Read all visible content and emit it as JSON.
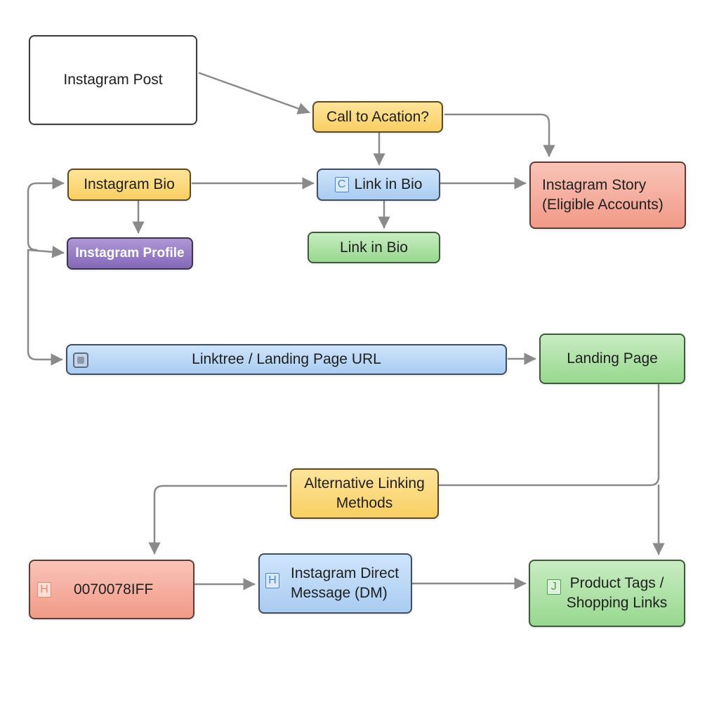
{
  "nodes": {
    "instagram_post": "Instagram Post",
    "call_to_action": "Call to Acation?",
    "instagram_bio": "Instagram Bio",
    "link_in_bio_top": "Link in Bio",
    "link_in_bio_top_icon": "C",
    "link_in_bio_bottom": "Link in Bio",
    "instagram_story_line1": "Instagram Story",
    "instagram_story_line2": "(Eligible Accounts)",
    "instagram_profile": "Instagram Profile",
    "linktree_url": "Linktree / Landing Page URL",
    "landing_page": "Landing Page",
    "alternative_line1": "Alternative Linking",
    "alternative_line2": "Methods",
    "code_box": "0070078IFF",
    "code_box_icon": "H",
    "direct_message_line1": "Instagram Direct",
    "direct_message_line2": "Message (DM)",
    "direct_message_icon": "H",
    "product_tags_line1": "Product Tags /",
    "product_tags_line2": "Shopping Links",
    "product_tags_icon": "J"
  },
  "colors": {
    "edge": "#8a8a8a",
    "yellow": "#f9cf63",
    "blue": "#a9ccf1",
    "green": "#98d88f",
    "red": "#f19a88",
    "purple": "#8468b8"
  }
}
